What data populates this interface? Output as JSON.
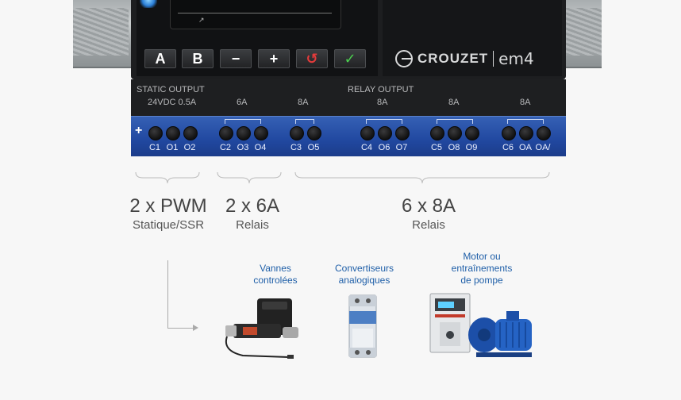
{
  "controller": {
    "buttons": [
      "A",
      "B",
      "−",
      "+",
      "↺",
      "✓"
    ],
    "brand": "CROUZET",
    "model": "em4"
  },
  "labels": {
    "static_output": "STATIC OUTPUT",
    "static_rating": "24VDC 0.5A",
    "relay_output": "RELAY OUTPUT",
    "ratings": [
      "6A",
      "8A",
      "8A",
      "8A",
      "8A"
    ]
  },
  "terminals": [
    "C1",
    "O1",
    "O2",
    "C2",
    "O3",
    "O4",
    "C3",
    "O5",
    "C4",
    "O6",
    "O7",
    "C5",
    "O8",
    "O9",
    "C6",
    "OA",
    "OA/"
  ],
  "terminal_plus": "+",
  "groups": [
    {
      "count": "2 x PWM",
      "type": "Statique/SSR"
    },
    {
      "count": "2 x 6A",
      "type": "Relais"
    },
    {
      "count": "6 x 8A",
      "type": "Relais"
    }
  ],
  "products": [
    {
      "lines": [
        "Vannes",
        "controlées"
      ]
    },
    {
      "lines": [
        "Convertiseurs",
        "analogiques"
      ]
    },
    {
      "lines": [
        "Motor ou",
        "entraînements",
        "de pompe"
      ]
    }
  ],
  "colors": {
    "terminal_blue": "#2148a0",
    "product_label": "#1f5fa8",
    "reset_button": "#e23b3b",
    "ok_button": "#4bcf4f"
  }
}
